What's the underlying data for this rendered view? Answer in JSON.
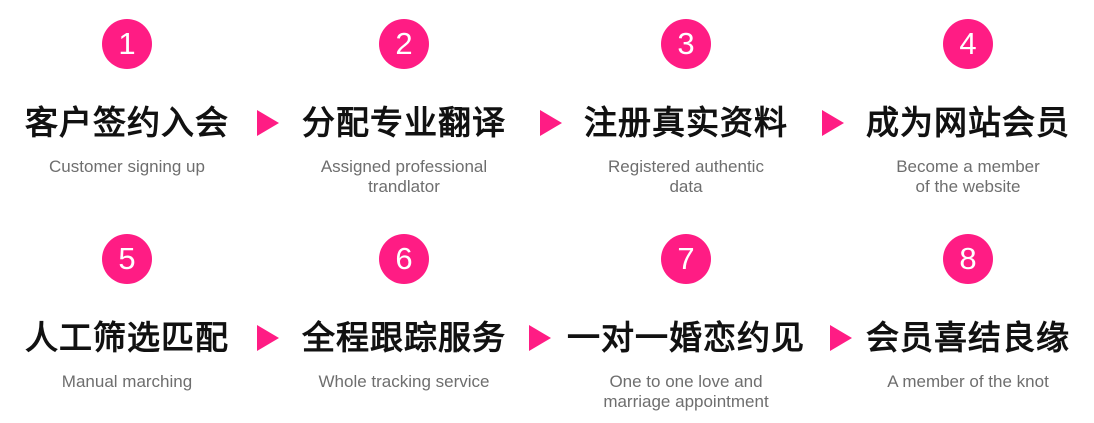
{
  "colors": {
    "accent": "#ff1c84",
    "title": "#111111",
    "subtitle": "#6e6e6e"
  },
  "steps": [
    {
      "number": "1",
      "title": "客户签约入会",
      "subtitle": "Customer signing up"
    },
    {
      "number": "2",
      "title": "分配专业翻译",
      "subtitle": "Assigned professional\ntrandlator"
    },
    {
      "number": "3",
      "title": "注册真实资料",
      "subtitle": "Registered authentic\ndata"
    },
    {
      "number": "4",
      "title": "成为网站会员",
      "subtitle": "Become a member\nof the website"
    },
    {
      "number": "5",
      "title": "人工筛选匹配",
      "subtitle": "Manual marching"
    },
    {
      "number": "6",
      "title": "全程跟踪服务",
      "subtitle": "Whole tracking service"
    },
    {
      "number": "7",
      "title": "一对一婚恋约见",
      "subtitle": "One to one love and\nmarriage appointment"
    },
    {
      "number": "8",
      "title": "会员喜结良缘",
      "subtitle": "A member of the knot"
    }
  ]
}
